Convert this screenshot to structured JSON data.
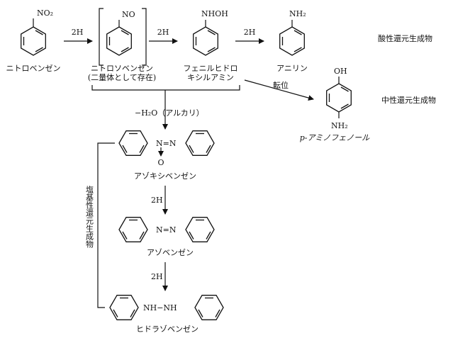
{
  "compounds": {
    "nitrobenzene": {
      "name": "ニトロベンゼン",
      "group": "NO₂"
    },
    "nitrosobenzene": {
      "name": "ニトロソベンゼン",
      "note": "(二量体として存在)",
      "group": "NO"
    },
    "phenylhydroxylamine": {
      "name_line1": "フェニルヒドロ",
      "name_line2": "キシルアミン",
      "group": "NHOH"
    },
    "aniline": {
      "name": "アニリン",
      "group": "NH₂"
    },
    "p_aminophenol": {
      "name": "p-アミノフェノール",
      "group_top": "OH",
      "group_bottom": "NH₂"
    },
    "azoxybenzene": {
      "name": "アゾキシベンゼン",
      "link": "N=N",
      "oxygen": "O"
    },
    "azobenzene": {
      "name": "アゾベンゼン",
      "link": "N=N"
    },
    "hydrazobenzene": {
      "name": "ヒドラゾベンゼン",
      "link": "NH−NH"
    }
  },
  "steps": {
    "s1": "2H",
    "s2": "2H",
    "s3": "2H",
    "rearrangement": "転位",
    "dehydration": "−H₂O（アルカリ）",
    "s4": "2H",
    "s5": "2H"
  },
  "categories": {
    "acidic": "酸性還元生成物",
    "neutral": "中性還元生成物",
    "basic": "塩基性還元生成物"
  }
}
